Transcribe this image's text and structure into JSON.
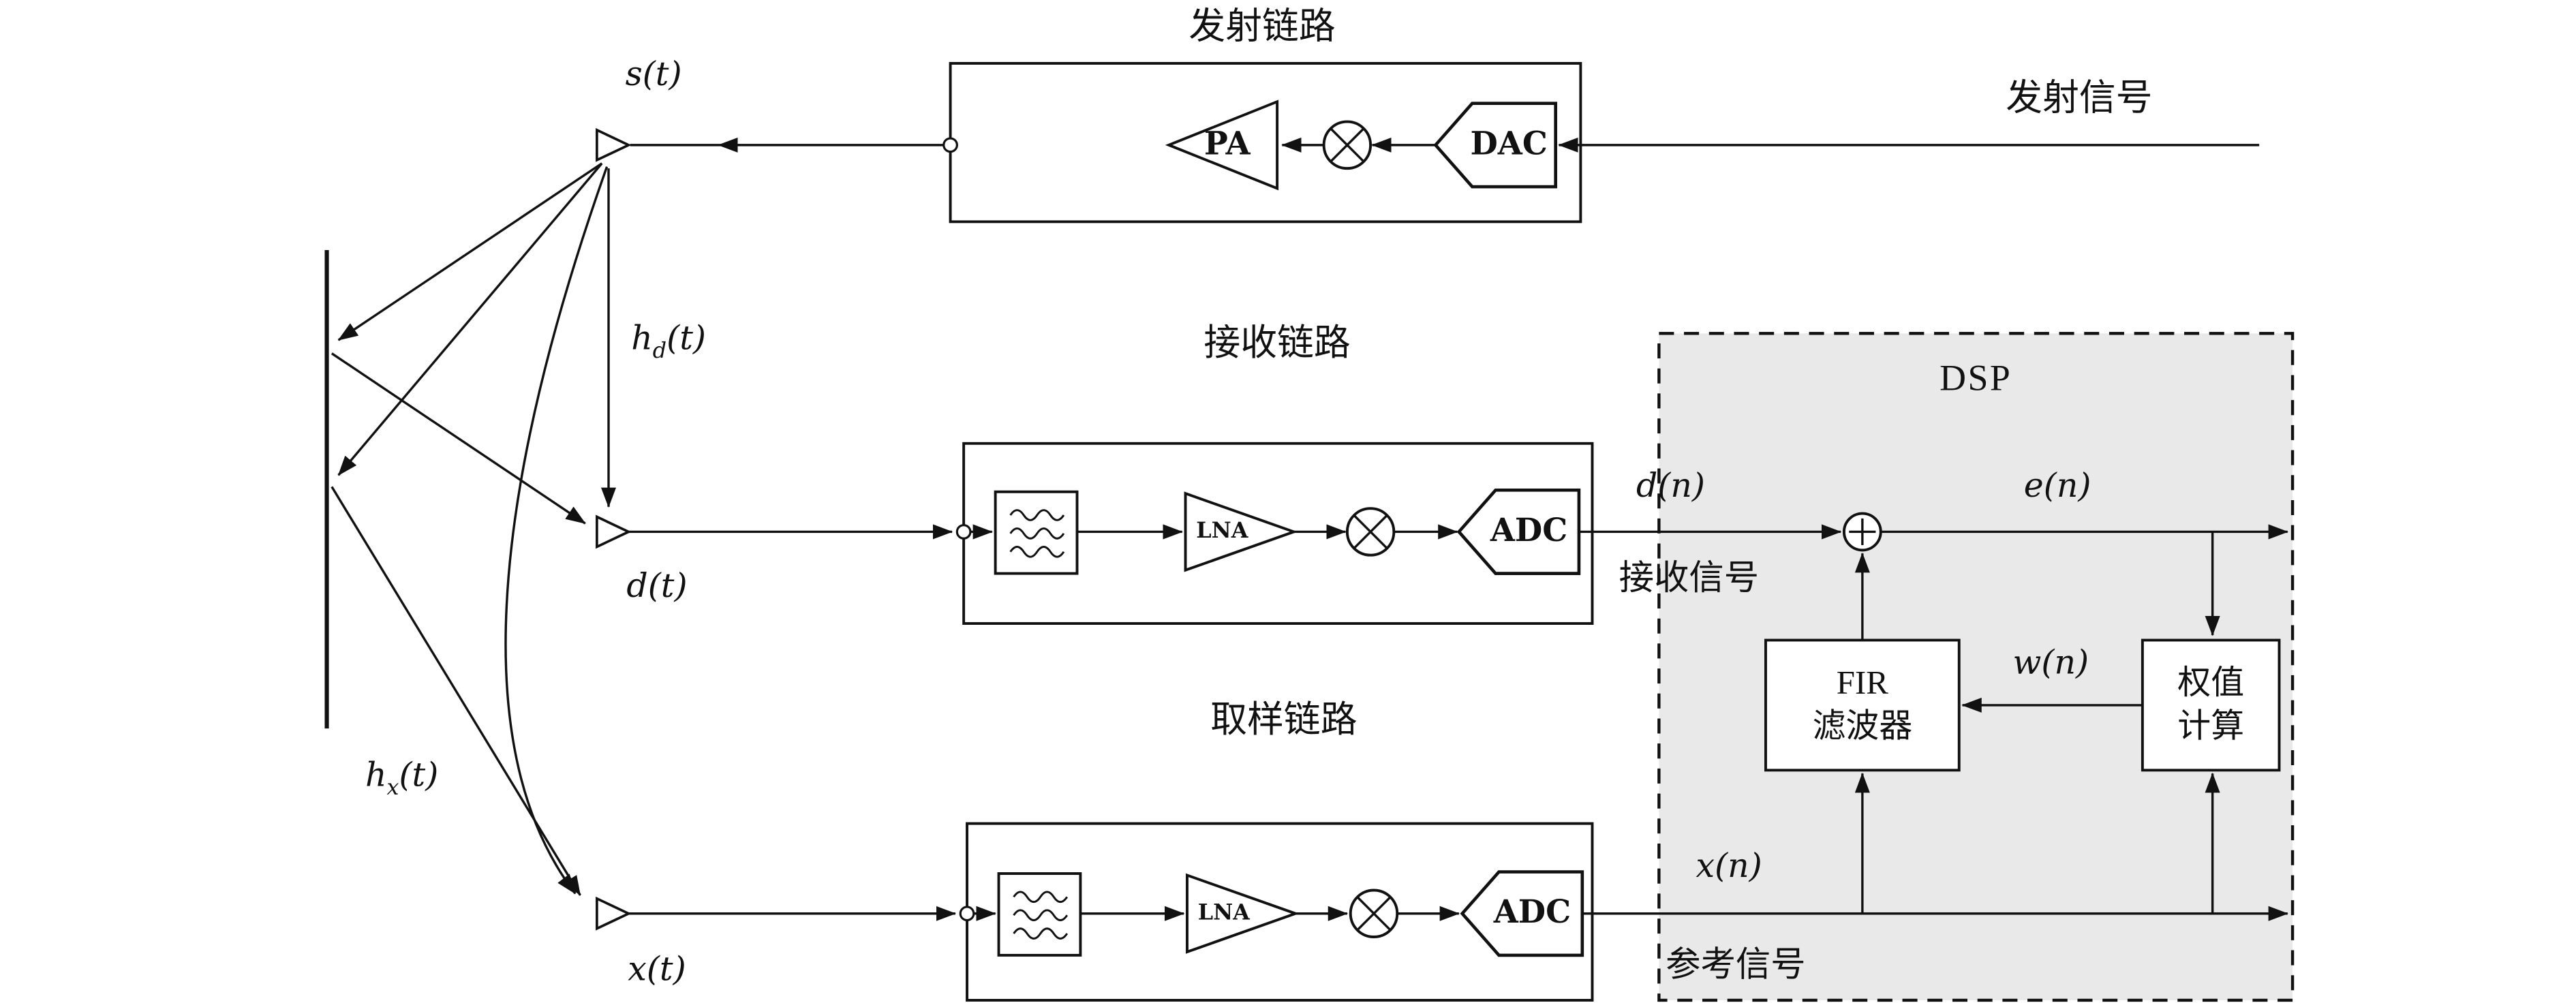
{
  "colors": {
    "background": "#ffffff",
    "line": "#111111",
    "dsp_fill": "#e9e9e9"
  },
  "transmit_chain": {
    "title": "发射链路",
    "pa_label": "PA",
    "dac_label": "DAC",
    "input_label": "发射信号",
    "antenna_signal": "s(t)"
  },
  "receive_chain": {
    "title": "接收链路",
    "lna_label": "LNA",
    "adc_label": "ADC",
    "antenna_signal": "d(t)",
    "digital_signal": "d(n)",
    "caption": "接收信号"
  },
  "sample_chain": {
    "title": "取样链路",
    "lna_label": "LNA",
    "adc_label": "ADC",
    "antenna_signal": "x(t)",
    "digital_signal": "x(n)",
    "caption": "参考信号"
  },
  "channels": {
    "hd": {
      "base": "h",
      "sub": "d",
      "rest": "(t)"
    },
    "hx": {
      "base": "h",
      "sub": "x",
      "rest": "(t)"
    }
  },
  "dsp": {
    "title": "DSP",
    "error_signal": "e(n)",
    "weight_signal": "w(n)",
    "fir_block": {
      "line1": "FIR",
      "line2": "滤波器"
    },
    "weight_block": {
      "line1": "权值",
      "line2": "计算"
    }
  }
}
